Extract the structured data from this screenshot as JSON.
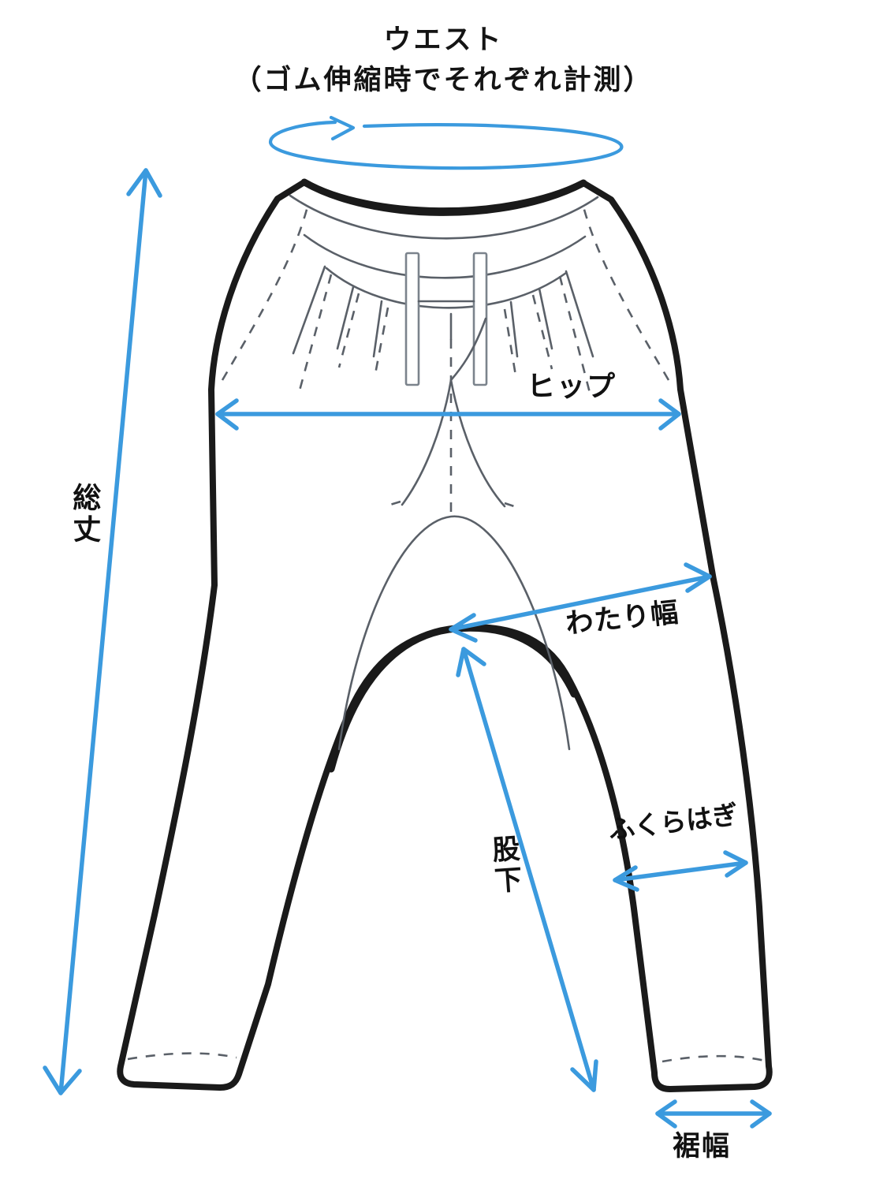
{
  "page": {
    "kind": "garment-measurement-diagram",
    "garment": "pants",
    "background_color": "#ffffff",
    "accent_color": "#3b9ade",
    "outline_color": "#1a1a1a",
    "detail_color": "#5a6068"
  },
  "title": {
    "line1": "ウエスト",
    "line2": "（ゴム伸縮時でそれぞれ計測）"
  },
  "measurements": [
    {
      "key": "waist",
      "label": "ウエスト",
      "note": "（ゴム伸縮時でそれぞれ計測）",
      "marker": "ellipse-loop-arrow",
      "position": "top"
    },
    {
      "key": "hip",
      "label": "ヒップ",
      "marker": "double-arrow-horizontal",
      "position": "upper-body"
    },
    {
      "key": "thigh",
      "label": "わたり幅",
      "marker": "double-arrow-diagonal",
      "position": "crotch-to-side-seam"
    },
    {
      "key": "inseam",
      "label": "股下",
      "marker": "double-arrow-diagonal",
      "position": "crotch-to-hem"
    },
    {
      "key": "calf",
      "label": "ふくらはぎ",
      "marker": "double-arrow-horizontal",
      "position": "lower-leg"
    },
    {
      "key": "hem",
      "label": "裾幅",
      "marker": "double-arrow-horizontal",
      "position": "bottom-hem"
    },
    {
      "key": "total_length",
      "label": "総丈",
      "marker": "double-arrow-vertical",
      "position": "left-side"
    }
  ],
  "labels": {
    "hip": "ヒップ",
    "thigh": "わたり幅",
    "inseam": "股下",
    "calf": "ふくらはぎ",
    "hem": "裾幅",
    "total_length": "総丈"
  }
}
